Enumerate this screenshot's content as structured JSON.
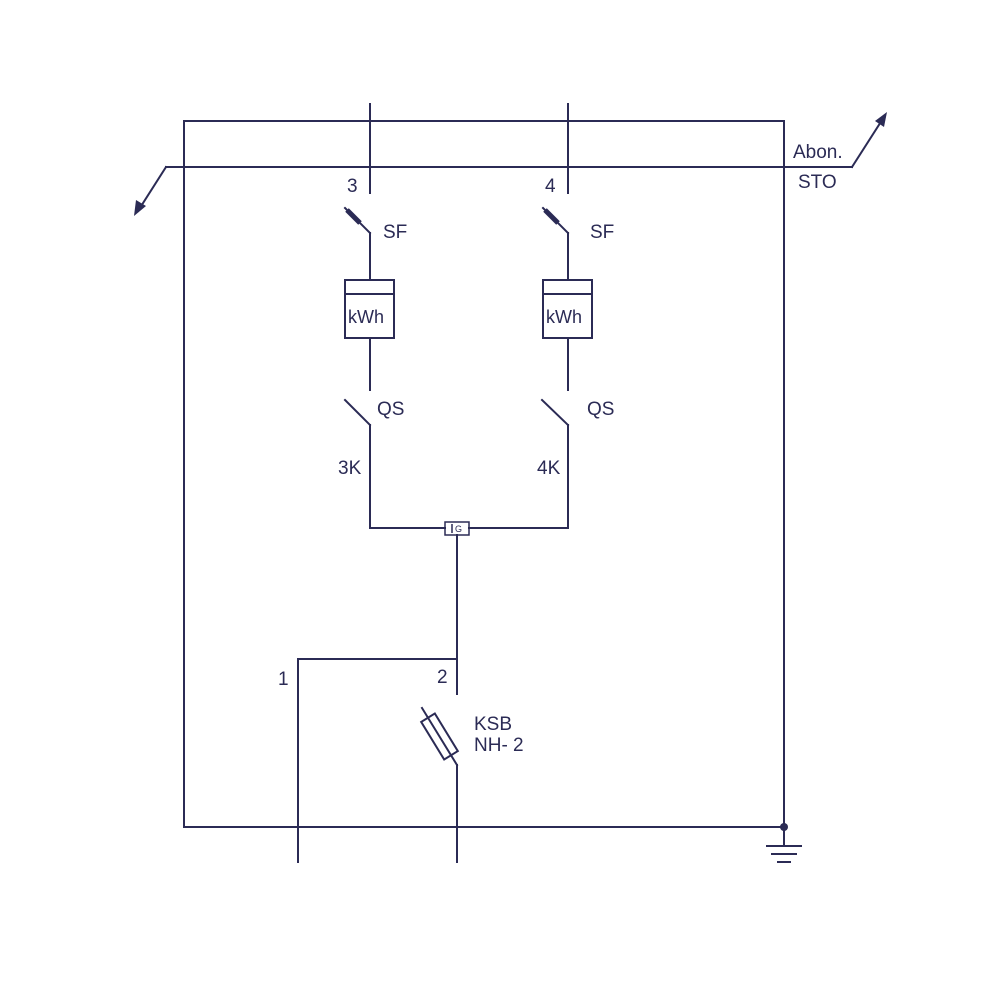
{
  "colors": {
    "line": "#2b2b55",
    "background": "#ffffff"
  },
  "labels": {
    "abon": "Abon.",
    "sto": "STO",
    "feeder3_number": "3",
    "feeder4_number": "4",
    "sf_left": "SF",
    "sf_right": "SF",
    "kwh_left": "kWh",
    "kwh_right": "kWh",
    "qs_left": "QS",
    "qs_right": "QS",
    "cable_left": "3K",
    "cable_right": "4K",
    "junction": "G",
    "output1_number": "1",
    "output2_number": "2",
    "fuse_type": "KSB",
    "fuse_size": "NH- 2"
  },
  "icons": {
    "breaker": "circuit-breaker-icon",
    "meter": "energy-meter-icon",
    "switch": "disconnector-switch-icon",
    "fuse": "fuse-icon",
    "ground": "ground-icon"
  }
}
